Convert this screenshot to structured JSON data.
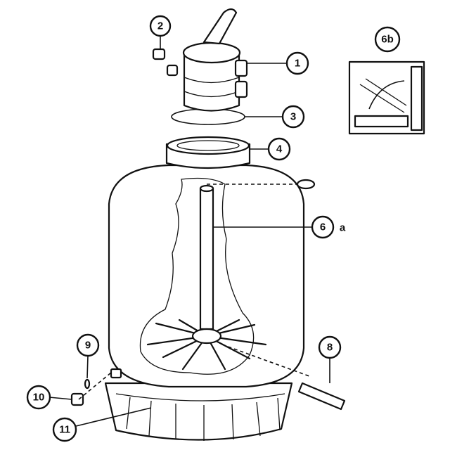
{
  "callouts": {
    "p1": "1",
    "p2": "2",
    "p3": "3",
    "p4": "4",
    "p6": "6",
    "p6_suffix": "a",
    "p6b": "6b",
    "p8": "8",
    "p9": "9",
    "p10": "10",
    "p11": "11"
  }
}
